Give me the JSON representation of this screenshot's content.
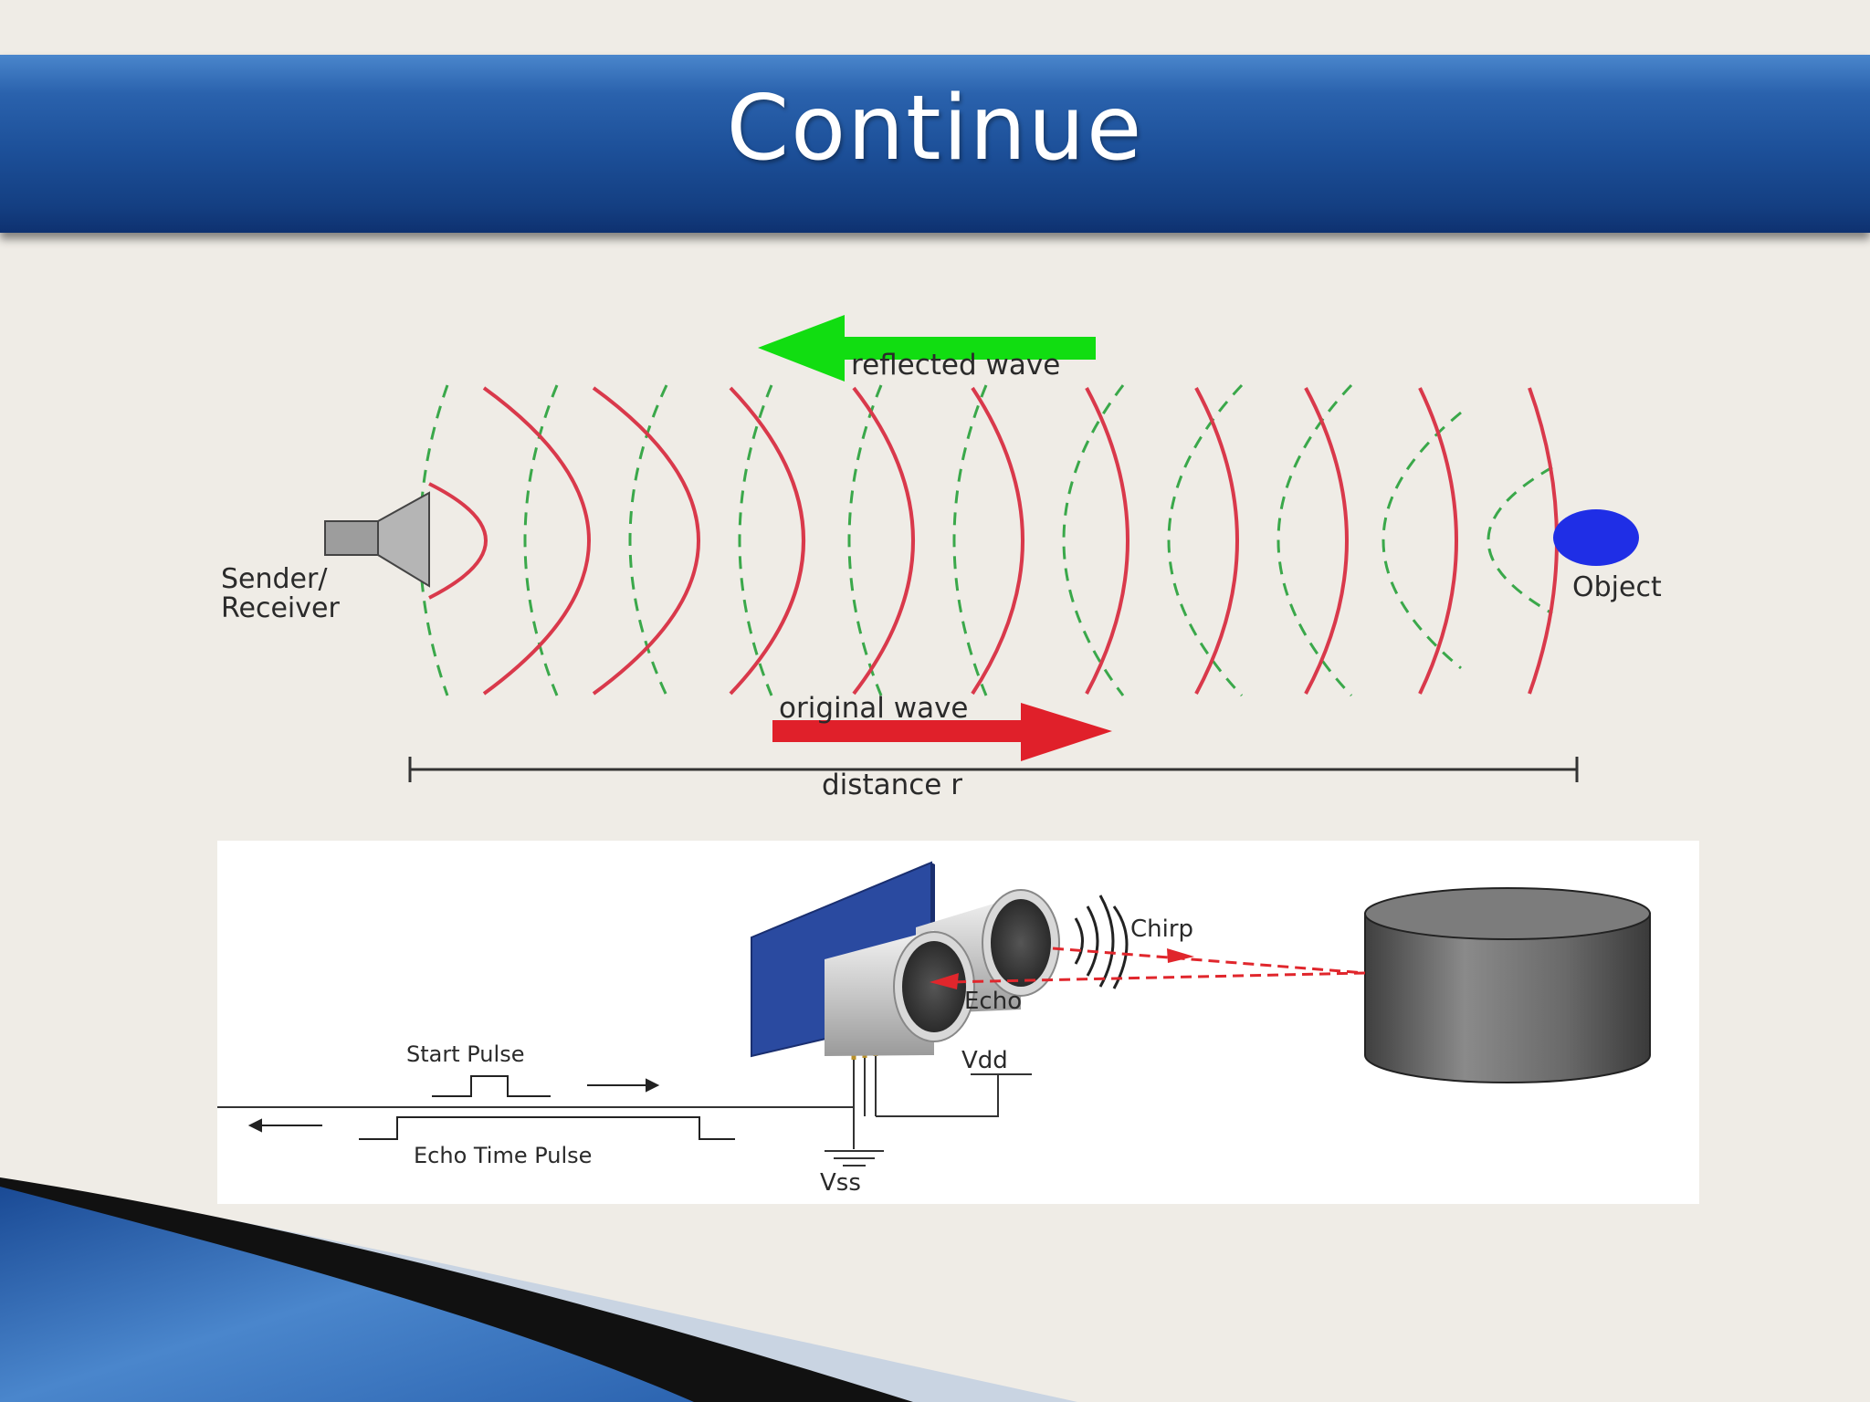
{
  "slide": {
    "title": "Continue"
  },
  "wave_diagram": {
    "sender_label_line1": "Sender/",
    "sender_label_line2": "Receiver",
    "object_label": "Object",
    "reflected_label": "reflected wave",
    "original_label": "original wave",
    "distance_label": "distance r",
    "colors": {
      "original_wave": "#d9394b",
      "reflected_wave": "#3aa84a",
      "reflected_arrow": "#11dd11",
      "original_arrow": "#e0202a",
      "object": "#1f2ee6"
    }
  },
  "sensor_diagram": {
    "chirp_label": "Chirp",
    "echo_label": "Echo",
    "start_pulse_label": "Start Pulse",
    "echo_time_label": "Echo Time Pulse",
    "vdd_label": "Vdd",
    "vss_label": "Vss"
  }
}
